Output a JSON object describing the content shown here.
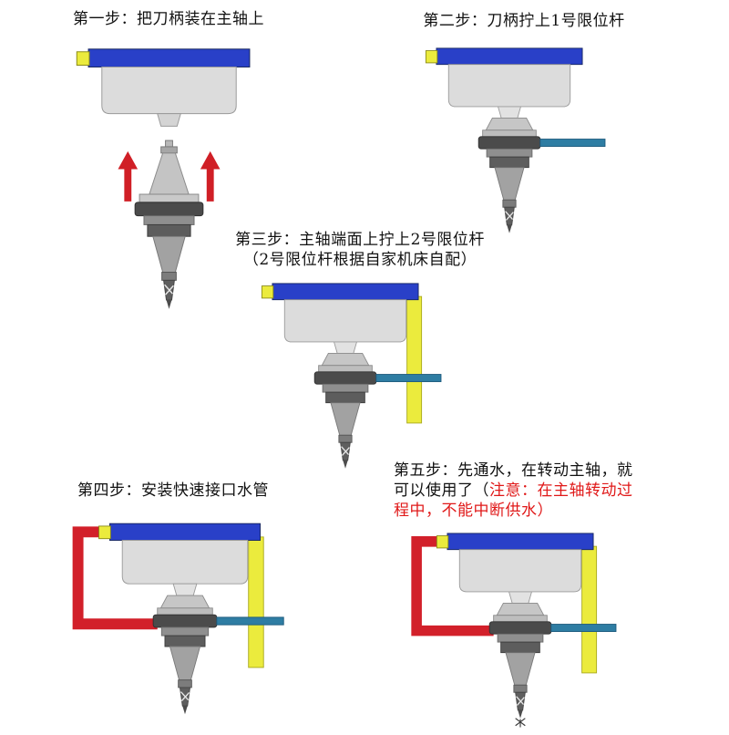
{
  "page": {
    "background": "#ffffff"
  },
  "colors": {
    "plate_blue": "#2940c8",
    "connector_yellow": "#ebeb3d",
    "pipe_red": "#d2202a",
    "rod_blue": "#2e7da3",
    "arrow_red": "#d01f26",
    "body_gray": "#dcdcdc",
    "warning_text_red": "#e01818",
    "text_black": "#111111"
  },
  "steps": [
    {
      "name": "step-1",
      "title_lines": [
        "第一步：把刀柄装在主轴上"
      ],
      "diagram": {
        "separated": true,
        "arrows": true,
        "rod1": false,
        "rod2": false,
        "pipe": false,
        "spray": false
      }
    },
    {
      "name": "step-2",
      "title_lines": [
        "第二步：刀柄拧上1号限位杆"
      ],
      "diagram": {
        "separated": false,
        "arrows": false,
        "rod1": true,
        "rod2": false,
        "pipe": false,
        "spray": false
      }
    },
    {
      "name": "step-3",
      "title_lines": [
        "第三步：主轴端面上拧上2号限位杆",
        "（2号限位杆根据自家机床自配）"
      ],
      "diagram": {
        "separated": false,
        "arrows": false,
        "rod1": true,
        "rod2": true,
        "pipe": false,
        "spray": false
      }
    },
    {
      "name": "step-4",
      "title_lines": [
        "第四步：安装快速接口水管"
      ],
      "diagram": {
        "separated": false,
        "arrows": false,
        "rod1": true,
        "rod2": true,
        "pipe": true,
        "spray": false
      }
    },
    {
      "name": "step-5",
      "title_segments": [
        {
          "text": "第五步：先通水，在转动主轴，就可以使用了（",
          "red": false
        },
        {
          "text": "注意：在主轴转动过程中，不能中断供水）",
          "red": true
        }
      ],
      "diagram": {
        "separated": false,
        "arrows": false,
        "rod1": true,
        "rod2": true,
        "pipe": true,
        "spray": true
      }
    }
  ]
}
